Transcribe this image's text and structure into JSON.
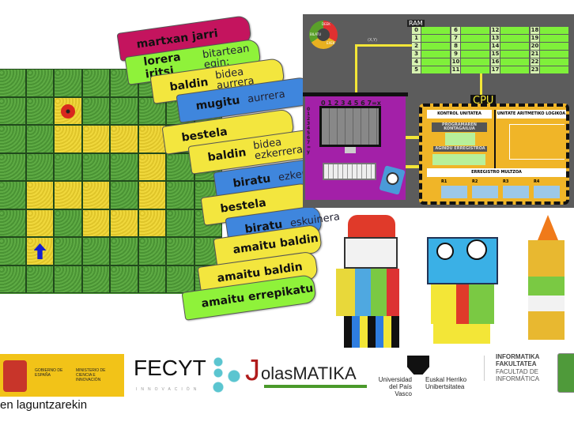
{
  "board": {
    "yellow_cells": [
      [
        2,
        1
      ],
      [
        2,
        2
      ],
      [
        3,
        2
      ],
      [
        4,
        2
      ],
      [
        5,
        2
      ],
      [
        5,
        3
      ],
      [
        1,
        4
      ],
      [
        2,
        4
      ],
      [
        3,
        4
      ],
      [
        5,
        4
      ],
      [
        1,
        5
      ],
      [
        3,
        5
      ],
      [
        4,
        5
      ],
      [
        5,
        5
      ],
      [
        1,
        6
      ]
    ],
    "flower_cell": [
      2,
      1
    ],
    "arrow_cell": [
      1,
      6
    ],
    "cols": 8,
    "rows": 8
  },
  "blocks": [
    {
      "cmd": "martxan jarri",
      "arg": "",
      "color": "mag"
    },
    {
      "cmd": "lorera iritsi",
      "arg": "bitartean egin:",
      "color": "grn"
    },
    {
      "cmd": "baldin",
      "arg": "bidea aurrera",
      "color": "yel"
    },
    {
      "cmd": "mugitu",
      "arg": "aurrera",
      "color": "blu"
    },
    {
      "cmd": "bestela",
      "arg": "",
      "color": "yel"
    },
    {
      "cmd": "baldin",
      "arg": "bidea ezkerrera",
      "color": "yel"
    },
    {
      "cmd": "biratu",
      "arg": "ezkerrera",
      "color": "blu"
    },
    {
      "cmd": "bestela",
      "arg": "",
      "color": "yel"
    },
    {
      "cmd": "biratu",
      "arg": "eskuinera",
      "color": "blu"
    },
    {
      "cmd": "amaitu baldin",
      "arg": "",
      "color": "yel"
    },
    {
      "cmd": "amaitu baldin",
      "arg": "",
      "color": "yel"
    },
    {
      "cmd": "amaitu errepikatu",
      "arg": "",
      "color": "grn"
    }
  ],
  "computer": {
    "cycle": [
      "DEEK",
      "EXEK",
      "BILATU"
    ],
    "ram_label": "RAM",
    "ram_addresses": [
      0,
      1,
      2,
      3,
      4,
      5,
      6,
      7,
      8,
      9,
      10,
      11,
      12,
      13,
      14,
      15,
      16,
      17,
      18,
      19,
      20,
      21,
      22,
      23
    ],
    "xy_label": "(X,Y)",
    "x_axis": "0 1 2 3 4 5 6 7=x",
    "y_axis": "0 1 2 3 4 5 6 7=y",
    "cpu_label": "CPU",
    "control_unit": "KONTROL UNITATEA",
    "alu": "UNITATE ARITMETIKO LOGIKOA",
    "program_counter": "PROGRAMAREN KONTAGAILUA",
    "instruction_register": "AGINDU ERREGISTROA",
    "register_file": "ERREGISTRO MULTZOA",
    "registers": [
      "R1",
      "R2",
      "R3",
      "R4"
    ]
  },
  "logos": {
    "gov1": "GOBIERNO DE ESPAÑA",
    "gov2": "MINISTERIO DE CIENCIA E INNOVACIÓN",
    "fecyt": "FECYT",
    "fecyt_sub": "INNOVACIÓN",
    "jolas_j": "J",
    "jolas": "olasMATIKA",
    "upv1": "Universidad del País Vasco",
    "upv2": "Euskal Herriko Unibertsitatea",
    "fac1": "INFORMATIKA FAKULTATEA",
    "fac2": "FACULTAD DE INFORMÁTICA"
  },
  "caption": "en laguntzarekin"
}
